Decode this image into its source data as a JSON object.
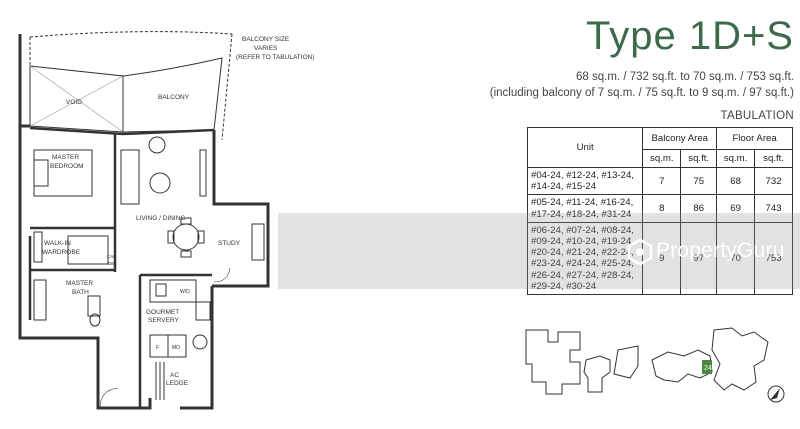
{
  "title": "Type 1D+S",
  "area_line1": "68 sq.m. / 732 sq.ft. to 70 sq.m. / 753 sq.ft.",
  "area_line2": "(including balcony of 7 sq.m. / 75 sq.ft. to 9 sq.m. / 97 sq.ft.)",
  "tabulation_label": "TABULATION",
  "table": {
    "col_unit": "Unit",
    "col_balcony": "Balcony Area",
    "col_floor": "Floor Area",
    "sqm": "sq.m.",
    "sqft": "sq.ft.",
    "rows": [
      {
        "units": "#04-24, #12-24, #13-24, #14-24, #15-24",
        "balcony_sqm": "7",
        "balcony_sqft": "75",
        "floor_sqm": "68",
        "floor_sqft": "732"
      },
      {
        "units": "#05-24, #11-24, #16-24, #17-24, #18-24, #31-24",
        "balcony_sqm": "8",
        "balcony_sqft": "86",
        "floor_sqm": "69",
        "floor_sqft": "743"
      },
      {
        "units": "#06-24, #07-24, #08-24, #09-24, #10-24, #19-24, #20-24, #21-24, #22-24, #23-24, #24-24, #25-24, #26-24, #27-24, #28-24, #29-24, #30-24",
        "balcony_sqm": "9",
        "balcony_sqft": "97",
        "floor_sqm": "70",
        "floor_sqft": "753"
      }
    ]
  },
  "plan_labels": {
    "balcony_note_1": "BALCONY SIZE",
    "balcony_note_2": "VARIES",
    "balcony_note_3": "(REFER TO TABULATION)",
    "void": "VOID",
    "balcony": "BALCONY",
    "master_bedroom_1": "MASTER",
    "master_bedroom_2": "BEDROOM",
    "living_dining": "LIVING / DINING",
    "study": "STUDY",
    "walk_in_1": "WALK-IN",
    "walk_in_2": "WARDROBE",
    "master_bath_1": "MASTER",
    "master_bath_2": "BATH",
    "gourmet_1": "GOURMET",
    "gourmet_2": "SERVERY",
    "wd": "W/D",
    "fridge": "F",
    "mo": "MO",
    "ac_1": "AC",
    "ac_2": "LEDGE",
    "cab_db_1": "CAB",
    "cab_db_2": "DB"
  },
  "keyplan_unit": "24",
  "watermark": "PropertyGuru",
  "colors": {
    "title": "#3d6a4b",
    "highlight": "#4b8a3f"
  }
}
